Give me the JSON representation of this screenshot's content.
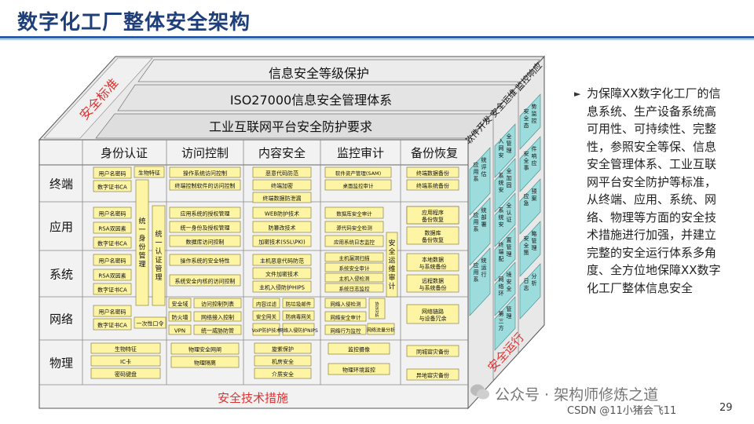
{
  "title": "数字化工厂整体安全架构",
  "top_layers": [
    "信息安全等级保护",
    "ISO27000信息安全管理体系",
    "工业互联网平台安全防护要求"
  ],
  "left_diag": "安全标准",
  "right_tops": [
    "软件开发",
    "安全运维",
    "监控响应"
  ],
  "columns": [
    "身份认证",
    "访问控制",
    "内容安全",
    "监控审计",
    "备份恢复"
  ],
  "rows": [
    "终端",
    "应用",
    "系统",
    "网络",
    "物理"
  ],
  "bottom_label": "安全技术措施",
  "right_bottom": "安全运行",
  "cells": {
    "id": {
      "终端": [
        "用户名密码",
        "数字证书CA"
      ],
      "应用": [
        "用户名密码",
        "RSA双因素",
        "数字证书CA"
      ],
      "系统": [
        "用户名密码",
        "RSA双因素",
        "数字证书CA"
      ],
      "网络": [
        "用户名密码",
        "数字证书CA"
      ],
      "shared_top": "生物特征",
      "shared_vert1": "统一身份管理",
      "shared_vert2": "统一认证管理",
      "shared_net": "一次性口令",
      "物理": [
        "生物特征",
        "IC卡",
        "密码键盘"
      ]
    },
    "access": {
      "终端": [
        "操作系统访问控制",
        "终端控制软件的访问控制"
      ],
      "应用": [
        "应用系统的授权管理",
        "统一身份及授权管理",
        "数据库访问控制"
      ],
      "系统": [
        "操作系统的安全特性",
        "系统安全内核的访问控制"
      ],
      "网络": [
        "安全域",
        "防火墙",
        "VPN",
        "访问控制列表",
        "网络接入控制",
        "统一威胁防管"
      ],
      "物理": [
        "物理安全网闸",
        "物理隔离"
      ]
    },
    "content": {
      "终端": [
        "恶意代码防范",
        "终端加密",
        "终端数据防泄漏"
      ],
      "应用": [
        "WEB防护技术",
        "防篡改技术",
        "加密技术(SSL\\PKI)"
      ],
      "系统": [
        "主机恶意代码防范",
        "文件加密技术",
        "主机入侵防护HIPS"
      ],
      "网络": [
        "内容过滤",
        "安全网关",
        "VoIP防护技术",
        "防垃圾邮件",
        "防病毒网关",
        "网络入侵防护NIPS"
      ],
      "物理": [
        "旋紫保护",
        "机房安全",
        "介质安全"
      ]
    },
    "audit": {
      "终端": [
        "软件资产管理(SAM)",
        "桌面监控审计"
      ],
      "应用": [
        "数据库安全审计",
        "源代码安全检测",
        "应用系统日志监控"
      ],
      "系统": [
        "主机漏洞扫描",
        "系统安全审计",
        "主机入侵检测",
        "系统日志监控"
      ],
      "网络": [
        "网络入侵检测",
        "网络安全审计",
        "网络行为监控",
        "协议分析",
        "网络流量分析"
      ],
      "shared_vert": "安全运维审计",
      "物理": [
        "监控摄像",
        "物理环境监控"
      ]
    },
    "backup": {
      "终端": [
        "终端数据备份",
        "终端系统备份"
      ],
      "应用": [
        "应用程序备份恢复",
        "数据库备份恢复"
      ],
      "系统": [
        "本地数据与系统备份",
        "远程数据与系统备份"
      ],
      "网络": [
        "网络链路与设备冗余"
      ],
      "物理": [
        "同城容灾备份",
        "异地容灾备份"
      ]
    }
  },
  "right_cyan": {
    "col1": [
      "应用系统评估",
      "应用系统部署",
      "应用系统运行"
    ],
    "col2": [
      "入网安全管理",
      "系统安全加固",
      "系统安全认证",
      "终端配置管理",
      "网络环境安全",
      "第三方管理"
    ],
    "col3": [
      "安全态势监控",
      "安全事件响应",
      "应急预案",
      "安全策略管理",
      "日志分析"
    ]
  },
  "description": "为保障XX数字化工厂的信息系统、生产设备系统高可用性、可持续性、完整性，参照安全等保、信息安全管理体系、工业互联网平台安全防护等标准，从终端、应用、系统、网络、物理等方面的安全技术措施进行加强，并建立完整的安全运行体系多角度、全方位地保障XX数字化工厂整体信息安全",
  "watermark": "公众号 · 架构师修炼之道",
  "csdn": "CSDN @11小猪会飞11",
  "page_number": "29"
}
